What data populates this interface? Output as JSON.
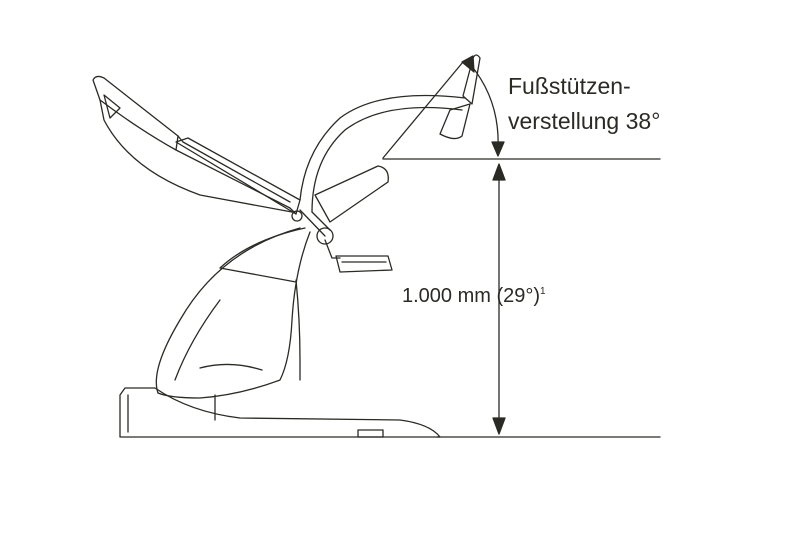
{
  "annotations": {
    "footrest_line1": "Fußstützen-",
    "footrest_line2": "verstellung 38°",
    "height_value": "1.000 mm (29°)",
    "height_footnote": "1"
  },
  "colors": {
    "line": "#2b2a24",
    "background": "#ffffff"
  }
}
